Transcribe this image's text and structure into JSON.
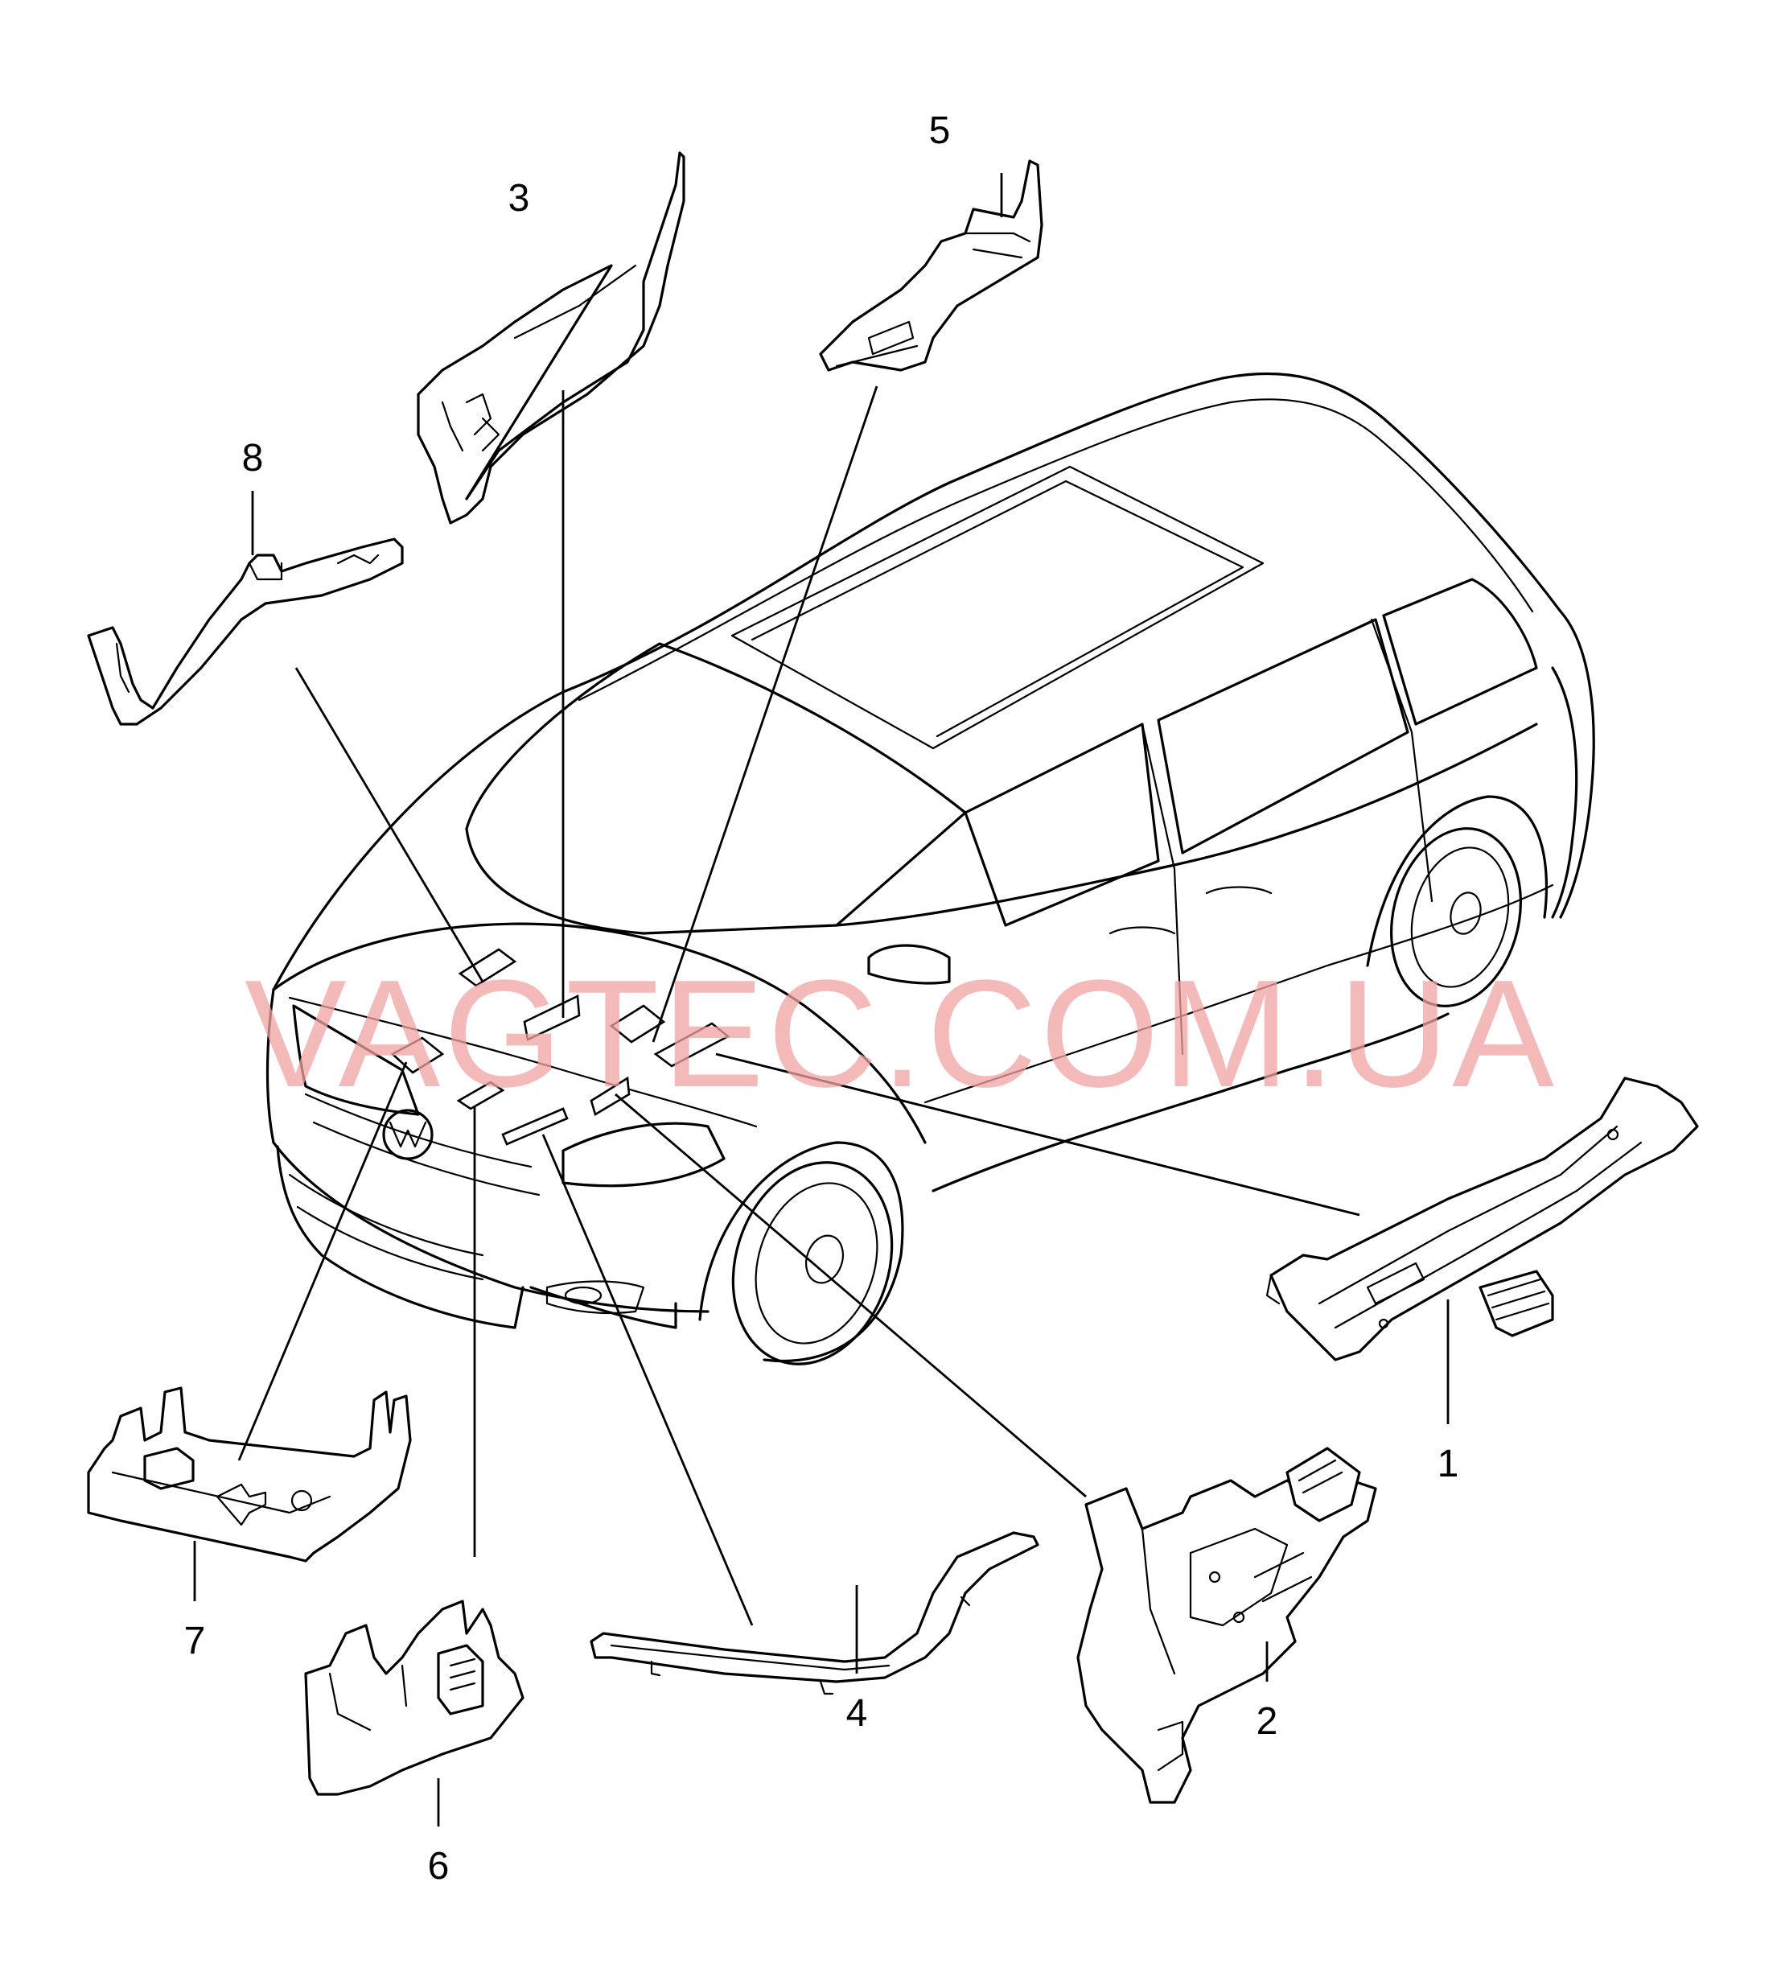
{
  "callouts": [
    "1",
    "2",
    "3",
    "4",
    "5",
    "6",
    "7",
    "8"
  ],
  "watermark": {
    "text": "VAGTEC.COM.UA",
    "color": "#f0a3a3",
    "opacity": 0.75
  }
}
